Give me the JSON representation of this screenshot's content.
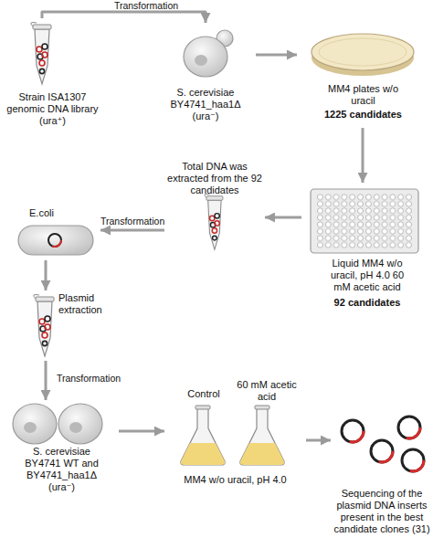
{
  "diagram": {
    "nodes": [
      {
        "text": [
          "Strain ISA1307 genomic DNA library (ura⁺)"
        ]
      },
      {
        "text": [
          "S. cerevisiae BY4741_haa1Δ (ura⁻)"
        ]
      },
      {
        "text": [
          "MM4 plates w/o uracil",
          "1225 candidates"
        ]
      },
      {
        "text": [
          "Liquid MM4 w/o uracil, pH 4.0 60 mM acetic acid",
          "92 candidates"
        ]
      },
      {
        "text": [
          "Total DNA was extracted from the 92 candidates"
        ]
      },
      {
        "text": [
          "E.coli"
        ]
      },
      {
        "text": [
          "Plasmid extraction"
        ]
      },
      {
        "text": [
          "S. cerevisiae BY4741 WT and BY4741_haa1Δ (ura⁻)"
        ]
      },
      {
        "text": [
          "Control",
          "60 mM acetic acid",
          "MM4 w/o uracil, pH 4.0"
        ]
      },
      {
        "text": [
          "Sequencing of the plasmid DNA inserts present in the best candidate clones (31)"
        ]
      }
    ],
    "edges": [
      {
        "from": 0,
        "to": 1,
        "label": "Transformation",
        "arrow": "to"
      },
      {
        "from": 1,
        "to": 2,
        "arrow": "to"
      },
      {
        "from": 2,
        "to": 3,
        "arrow": "to"
      },
      {
        "from": 3,
        "to": 4,
        "arrow": "to"
      },
      {
        "from": 4,
        "to": 5,
        "label": "Transformation",
        "arrow": "to"
      },
      {
        "from": 5,
        "to": 6,
        "arrow": "to"
      },
      {
        "from": 6,
        "to": 7,
        "label": "Transformation",
        "arrow": "to"
      },
      {
        "from": 7,
        "to": 8,
        "arrow": "to"
      },
      {
        "from": 8,
        "to": 9,
        "arrow": "to"
      }
    ]
  }
}
